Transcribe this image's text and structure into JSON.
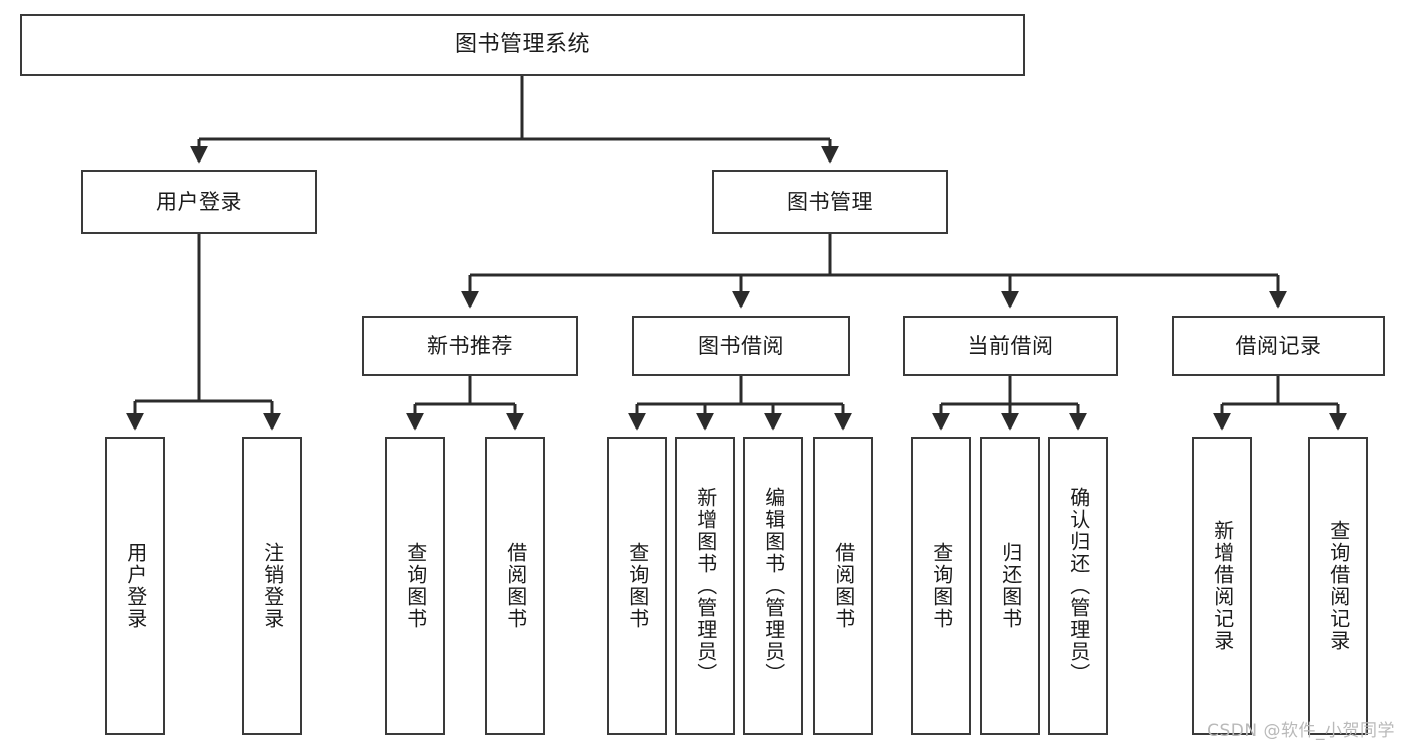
{
  "diagram": {
    "title": "图书管理系统",
    "type": "tree-hierarchy-chart",
    "stroke_color": "#3a3a3a",
    "text_color": "#1b1b1b",
    "background_color": "#ffffff"
  },
  "nodes": {
    "root": {
      "label": "图书管理系统"
    },
    "level2": [
      {
        "label": "用户登录"
      },
      {
        "label": "图书管理"
      }
    ],
    "level3": [
      {
        "label": "新书推荐"
      },
      {
        "label": "图书借阅"
      },
      {
        "label": "当前借阅"
      },
      {
        "label": "借阅记录"
      }
    ],
    "leaves_user_login": [
      {
        "label": "用户登录"
      },
      {
        "label": "注销登录"
      }
    ],
    "leaves_new_book": [
      {
        "label": "查询图书"
      },
      {
        "label": "借阅图书"
      }
    ],
    "leaves_book_borrow": [
      {
        "label": "查询图书"
      },
      {
        "label": "新增图书（管理员）"
      },
      {
        "label": "编辑图书（管理员）"
      },
      {
        "label": "借阅图书"
      }
    ],
    "leaves_current_borrow": [
      {
        "label": "查询图书"
      },
      {
        "label": "归还图书"
      },
      {
        "label": "确认归还（管理员）"
      }
    ],
    "leaves_borrow_record": [
      {
        "label": "新增借阅记录"
      },
      {
        "label": "查询借阅记录"
      }
    ]
  },
  "watermark": {
    "text": "CSDN @软件_小贺同学"
  }
}
